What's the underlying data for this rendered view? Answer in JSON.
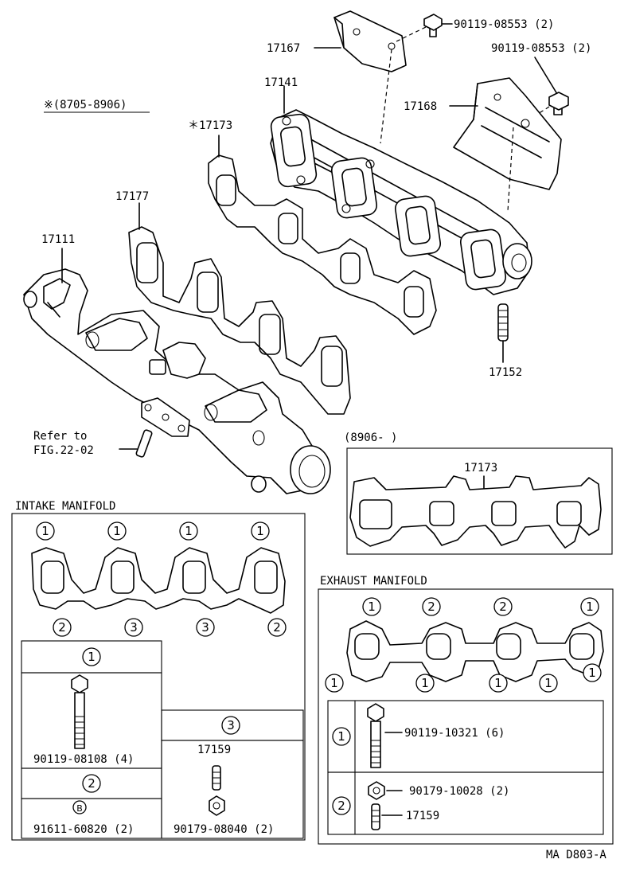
{
  "labels": {
    "p90119_08553_top": "90119-08553 (2)",
    "p90119_08553_right": "90119-08553 (2)",
    "p17167": "17167",
    "p17141": "17141",
    "p17168": "17168",
    "range_8705_8906": "※(8705-8906)",
    "p17173_star": "＊17173",
    "p17177": "17177",
    "p17111": "17111",
    "p17152": "17152",
    "refer_line1": "Refer to",
    "refer_line2": "FIG.22-02",
    "range_8906": "(8906-        )",
    "p17173_box": "17173"
  },
  "intake": {
    "title": "INTAKE MANIFOLD",
    "top_markers": [
      "1",
      "1",
      "1",
      "1"
    ],
    "bottom_markers": [
      "2",
      "3",
      "3",
      "2"
    ],
    "legend": {
      "key1": "1",
      "key2": "2",
      "key3": "3",
      "bolt_b": "B",
      "part1": "90119-08108 (4)",
      "part2": "91611-60820 (2)",
      "part3_stud": "17159",
      "part3_nut": "90179-08040 (2)"
    }
  },
  "exhaust": {
    "title": "EXHAUST MANIFOLD",
    "top_markers": [
      "1",
      "2",
      "2",
      "1"
    ],
    "bottom_markers": [
      "1",
      "1",
      "1",
      "1",
      "1"
    ],
    "legend": {
      "key1": "1",
      "key2": "2",
      "part1": "90119-10321 (6)",
      "part2_nut": "90179-10028 (2)",
      "part2_stud": "17159"
    }
  },
  "figure_code": "MA D803-A"
}
